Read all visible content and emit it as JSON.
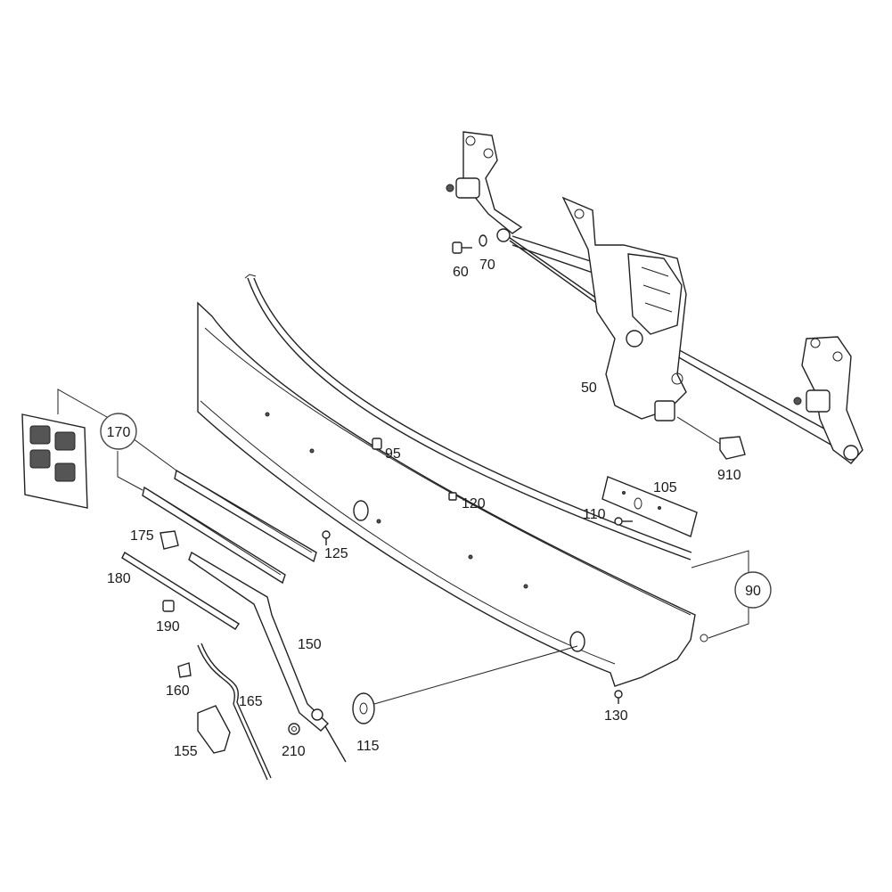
{
  "labels": {
    "p50": "50",
    "p60": "60",
    "p70": "70",
    "p90": "90",
    "p95": "95",
    "p105": "105",
    "p110": "110",
    "p115": "115",
    "p120": "120",
    "p125": "125",
    "p130": "130",
    "p150": "150",
    "p155": "155",
    "p160": "160",
    "p165": "165",
    "p170": "170",
    "p175": "175",
    "p180": "180",
    "p190": "190",
    "p210": "210",
    "p910": "910"
  },
  "colors": {
    "line": "#222222",
    "background": "#ffffff",
    "text": "#1a1a1a"
  }
}
